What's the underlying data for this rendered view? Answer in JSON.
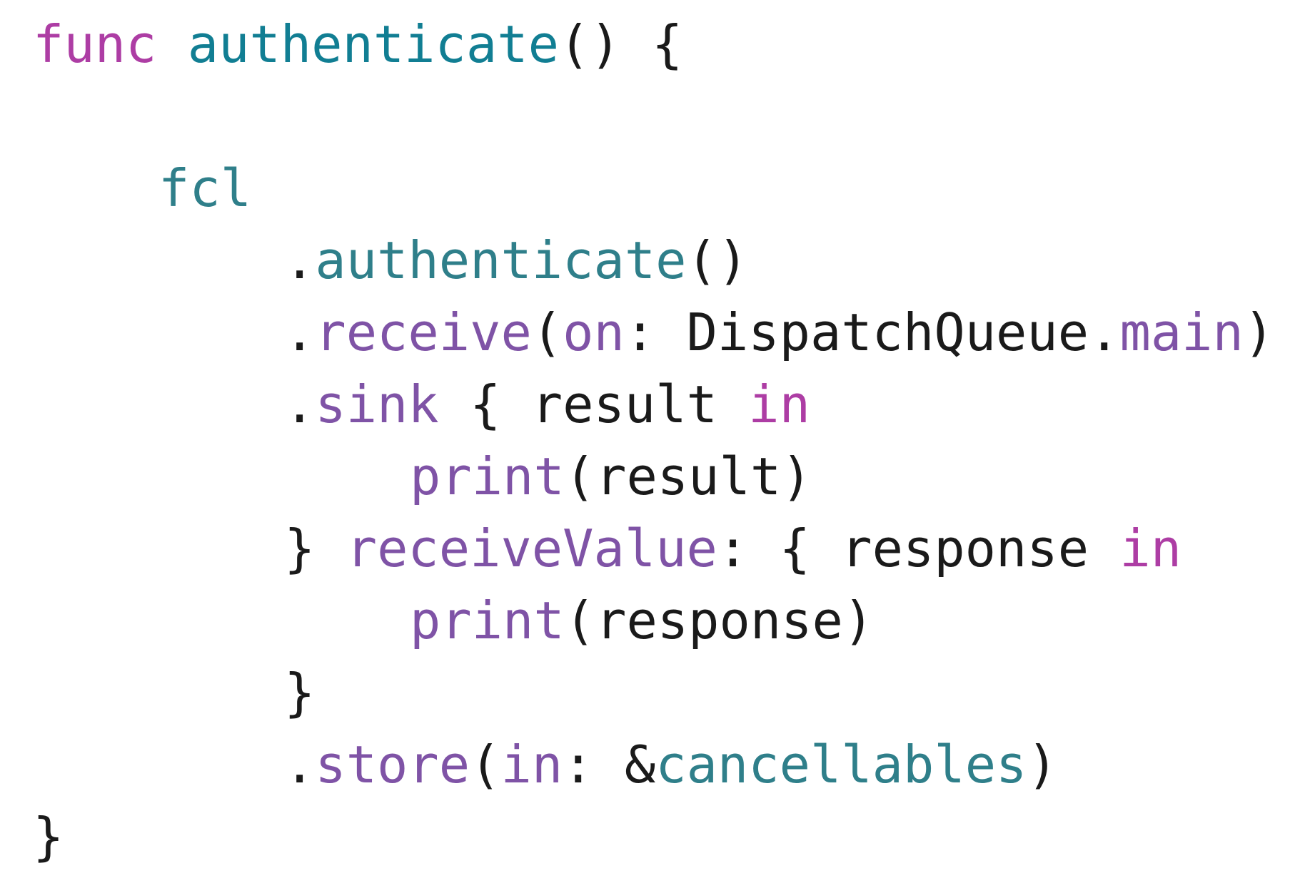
{
  "colors": {
    "keyword": "#ad3da4",
    "function_name": "#117e93",
    "member": "#7f53a6",
    "identifier": "#2f7f8a",
    "plain": "#1a1a1a",
    "background": "#ffffff"
  },
  "code": {
    "line1": {
      "keyword": "func",
      "name": "authenticate",
      "rest": "() {"
    },
    "line3": {
      "identifier": "fcl"
    },
    "line4": {
      "dot": ".",
      "method": "authenticate",
      "rest": "()"
    },
    "line5": {
      "dot": ".",
      "method": "receive",
      "paren": "(",
      "label": "on",
      "colon": ":",
      "type": "DispatchQueue",
      "dot2": ".",
      "member": "main",
      "close": ")"
    },
    "line6": {
      "dot": ".",
      "method": "sink",
      "rest": "{ result",
      "keyword": "in"
    },
    "line7": {
      "func": "print",
      "rest": "(result)"
    },
    "line8": {
      "brace": "}",
      "label": "receiveValue",
      "rest": ": { response",
      "keyword": "in"
    },
    "line9": {
      "func": "print",
      "rest": "(response)"
    },
    "line10": {
      "brace": "}"
    },
    "line11": {
      "dot": ".",
      "method": "store",
      "paren": "(",
      "label": "in",
      "rest": ": &",
      "identifier": "cancellables",
      "close": ")"
    },
    "line12": {
      "brace": "}"
    }
  }
}
